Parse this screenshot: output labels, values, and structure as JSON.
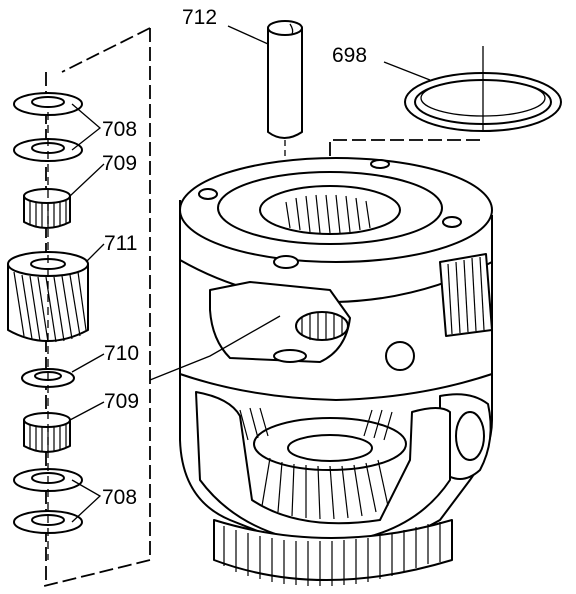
{
  "callouts": {
    "c712": "712",
    "c698": "698",
    "c708_top": "708",
    "c709_top": "709",
    "c711": "711",
    "c710": "710",
    "c709_bottom": "709",
    "c708_bottom": "708"
  }
}
